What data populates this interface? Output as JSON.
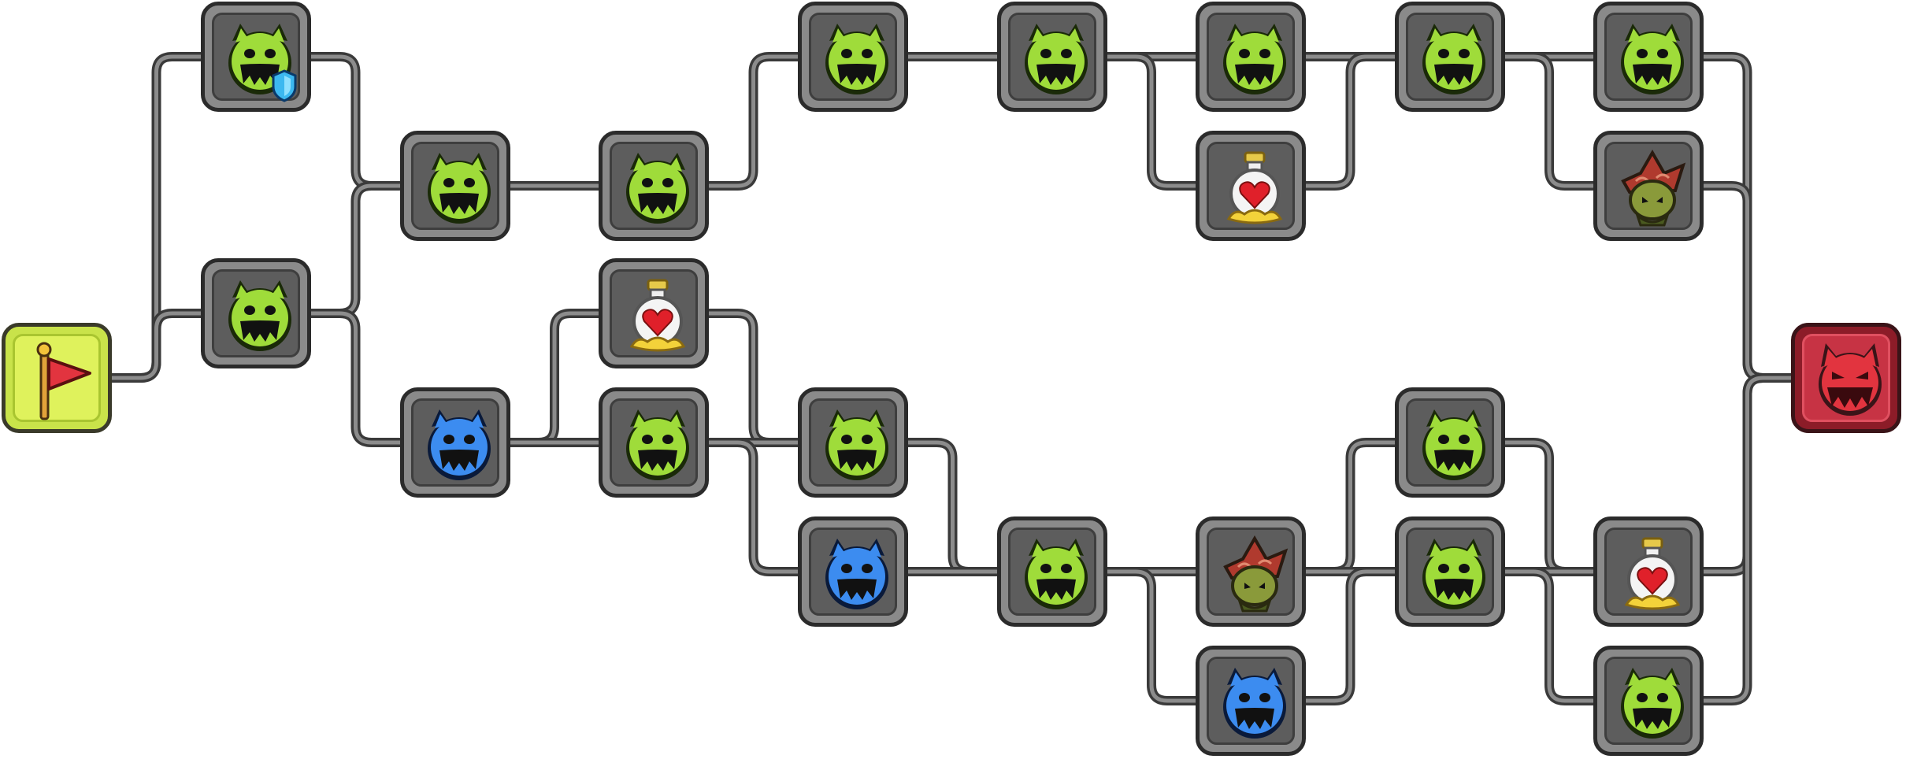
{
  "map": {
    "path_color": "#3a3a3a",
    "path_highlight": "#8c8c8c",
    "colors": {
      "enemy_green": "#9fdc3a",
      "enemy_blue": "#3c8cf0",
      "boss_red": "#e2343f",
      "start_yellow": "#dff25c",
      "node_gray": "#5d5d5d",
      "potion_red": "#e0202a",
      "shield_blue": "#3cb8f0"
    },
    "nodes": [
      {
        "id": "start",
        "type": "start",
        "icon": "flag-icon"
      },
      {
        "id": "c1-top",
        "type": "enemy-green",
        "icon": "green-monster-icon",
        "badge": "shield-icon"
      },
      {
        "id": "c1-mid",
        "type": "enemy-green",
        "icon": "green-monster-icon"
      },
      {
        "id": "c2-top",
        "type": "enemy-green",
        "icon": "green-monster-icon"
      },
      {
        "id": "c2-bottom",
        "type": "enemy-blue",
        "icon": "blue-monster-icon"
      },
      {
        "id": "c3-top",
        "type": "enemy-green",
        "icon": "green-monster-icon"
      },
      {
        "id": "c3-potion",
        "type": "potion",
        "icon": "heart-potion-icon"
      },
      {
        "id": "c3-bottom",
        "type": "enemy-green",
        "icon": "green-monster-icon"
      },
      {
        "id": "c4-top",
        "type": "enemy-green",
        "icon": "green-monster-icon"
      },
      {
        "id": "c4-mid",
        "type": "enemy-green",
        "icon": "green-monster-icon"
      },
      {
        "id": "c4-bottom",
        "type": "enemy-blue",
        "icon": "blue-monster-icon"
      },
      {
        "id": "c5-top",
        "type": "enemy-green",
        "icon": "green-monster-icon"
      },
      {
        "id": "c5-bottom",
        "type": "enemy-green",
        "icon": "green-monster-icon"
      },
      {
        "id": "c6-top",
        "type": "enemy-green",
        "icon": "green-monster-icon"
      },
      {
        "id": "c6-potion",
        "type": "potion",
        "icon": "heart-potion-icon"
      },
      {
        "id": "c6-goblin",
        "type": "elite",
        "icon": "goblin-icon"
      },
      {
        "id": "c6-bottom",
        "type": "enemy-blue",
        "icon": "blue-monster-icon"
      },
      {
        "id": "c7-top",
        "type": "enemy-green",
        "icon": "green-monster-icon"
      },
      {
        "id": "c7-mid",
        "type": "enemy-green",
        "icon": "green-monster-icon"
      },
      {
        "id": "c7-low",
        "type": "enemy-green",
        "icon": "green-monster-icon"
      },
      {
        "id": "c8-top",
        "type": "enemy-green",
        "icon": "green-monster-icon"
      },
      {
        "id": "c8-goblin",
        "type": "elite",
        "icon": "goblin-icon"
      },
      {
        "id": "c8-potion",
        "type": "potion",
        "icon": "heart-potion-icon"
      },
      {
        "id": "c8-bottom",
        "type": "enemy-green",
        "icon": "green-monster-icon"
      },
      {
        "id": "boss",
        "type": "boss",
        "icon": "red-boss-icon"
      }
    ],
    "edges": [
      [
        "start",
        "c1-top"
      ],
      [
        "start",
        "c1-mid"
      ],
      [
        "c1-top",
        "c2-top"
      ],
      [
        "c1-mid",
        "c2-top"
      ],
      [
        "c1-mid",
        "c2-bottom"
      ],
      [
        "c2-top",
        "c3-top"
      ],
      [
        "c2-bottom",
        "c3-potion"
      ],
      [
        "c2-bottom",
        "c3-bottom"
      ],
      [
        "c3-top",
        "c4-top"
      ],
      [
        "c3-potion",
        "c4-mid"
      ],
      [
        "c3-bottom",
        "c4-mid"
      ],
      [
        "c3-bottom",
        "c4-bottom"
      ],
      [
        "c4-top",
        "c5-top"
      ],
      [
        "c4-mid",
        "c5-bottom"
      ],
      [
        "c4-bottom",
        "c5-bottom"
      ],
      [
        "c5-top",
        "c6-top"
      ],
      [
        "c5-top",
        "c6-potion"
      ],
      [
        "c5-bottom",
        "c6-goblin"
      ],
      [
        "c5-bottom",
        "c6-bottom"
      ],
      [
        "c6-top",
        "c7-top"
      ],
      [
        "c6-potion",
        "c7-top"
      ],
      [
        "c6-goblin",
        "c7-mid"
      ],
      [
        "c6-goblin",
        "c7-low"
      ],
      [
        "c6-bottom",
        "c7-low"
      ],
      [
        "c7-top",
        "c8-top"
      ],
      [
        "c7-top",
        "c8-goblin"
      ],
      [
        "c7-mid",
        "c8-potion"
      ],
      [
        "c7-low",
        "c8-potion"
      ],
      [
        "c7-low",
        "c8-bottom"
      ],
      [
        "c8-top",
        "boss"
      ],
      [
        "c8-goblin",
        "boss"
      ],
      [
        "c8-potion",
        "boss"
      ],
      [
        "c8-bottom",
        "boss"
      ]
    ]
  }
}
